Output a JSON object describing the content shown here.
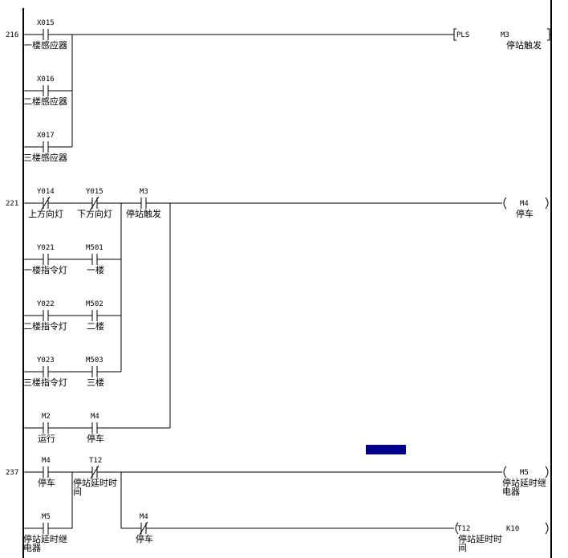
{
  "rungs": [
    {
      "step": "216",
      "contacts": [
        {
          "address": "X015",
          "comment": "一楼感应器",
          "type": "NO"
        },
        {
          "address": "X016",
          "comment": "二楼感应器",
          "type": "NO"
        },
        {
          "address": "X017",
          "comment": "三楼感应器",
          "type": "NO"
        }
      ],
      "output": {
        "instruction": "PLS",
        "address": "M3",
        "comment": "停站触发"
      }
    },
    {
      "step": "221",
      "contacts": [
        {
          "address": "Y014",
          "comment": "上方向灯",
          "type": "NC"
        },
        {
          "address": "Y015",
          "comment": "下方向灯",
          "type": "NC"
        },
        {
          "address": "M3",
          "comment": "停站触发",
          "type": "NO"
        },
        {
          "address": "Y021",
          "comment": "一楼指令灯",
          "type": "NO"
        },
        {
          "address": "M501",
          "comment": "一楼",
          "type": "NO"
        },
        {
          "address": "Y022",
          "comment": "二楼指令灯",
          "type": "NO"
        },
        {
          "address": "M502",
          "comment": "二楼",
          "type": "NO"
        },
        {
          "address": "Y023",
          "comment": "三楼指令灯",
          "type": "NO"
        },
        {
          "address": "M503",
          "comment": "三楼",
          "type": "NO"
        },
        {
          "address": "M2",
          "comment": "运行",
          "type": "NO"
        },
        {
          "address": "M4",
          "comment": "停车",
          "type": "NO"
        }
      ],
      "output": {
        "address": "M4",
        "comment": "停车"
      }
    },
    {
      "step": "237",
      "contacts": [
        {
          "address": "M4",
          "comment": "停车",
          "type": "NO"
        },
        {
          "address": "T12",
          "comment_line1": "停站延时时",
          "comment_line2": "间",
          "type": "NC"
        },
        {
          "address": "M5",
          "comment_line1": "停站延时继",
          "comment_line2": "电器",
          "type": "NO"
        },
        {
          "address": "M4",
          "comment": "停车",
          "type": "NC"
        }
      ],
      "output": {
        "address": "M5",
        "comment_line1": "停站延时继",
        "comment_line2": "电器"
      },
      "timer": {
        "address": "T12",
        "setting": "K10",
        "comment_line1": "停站延时时",
        "comment_line2": "间"
      }
    }
  ],
  "colors": {
    "line": "#000000",
    "cursor": "#00008b",
    "background": "#ffffff"
  }
}
